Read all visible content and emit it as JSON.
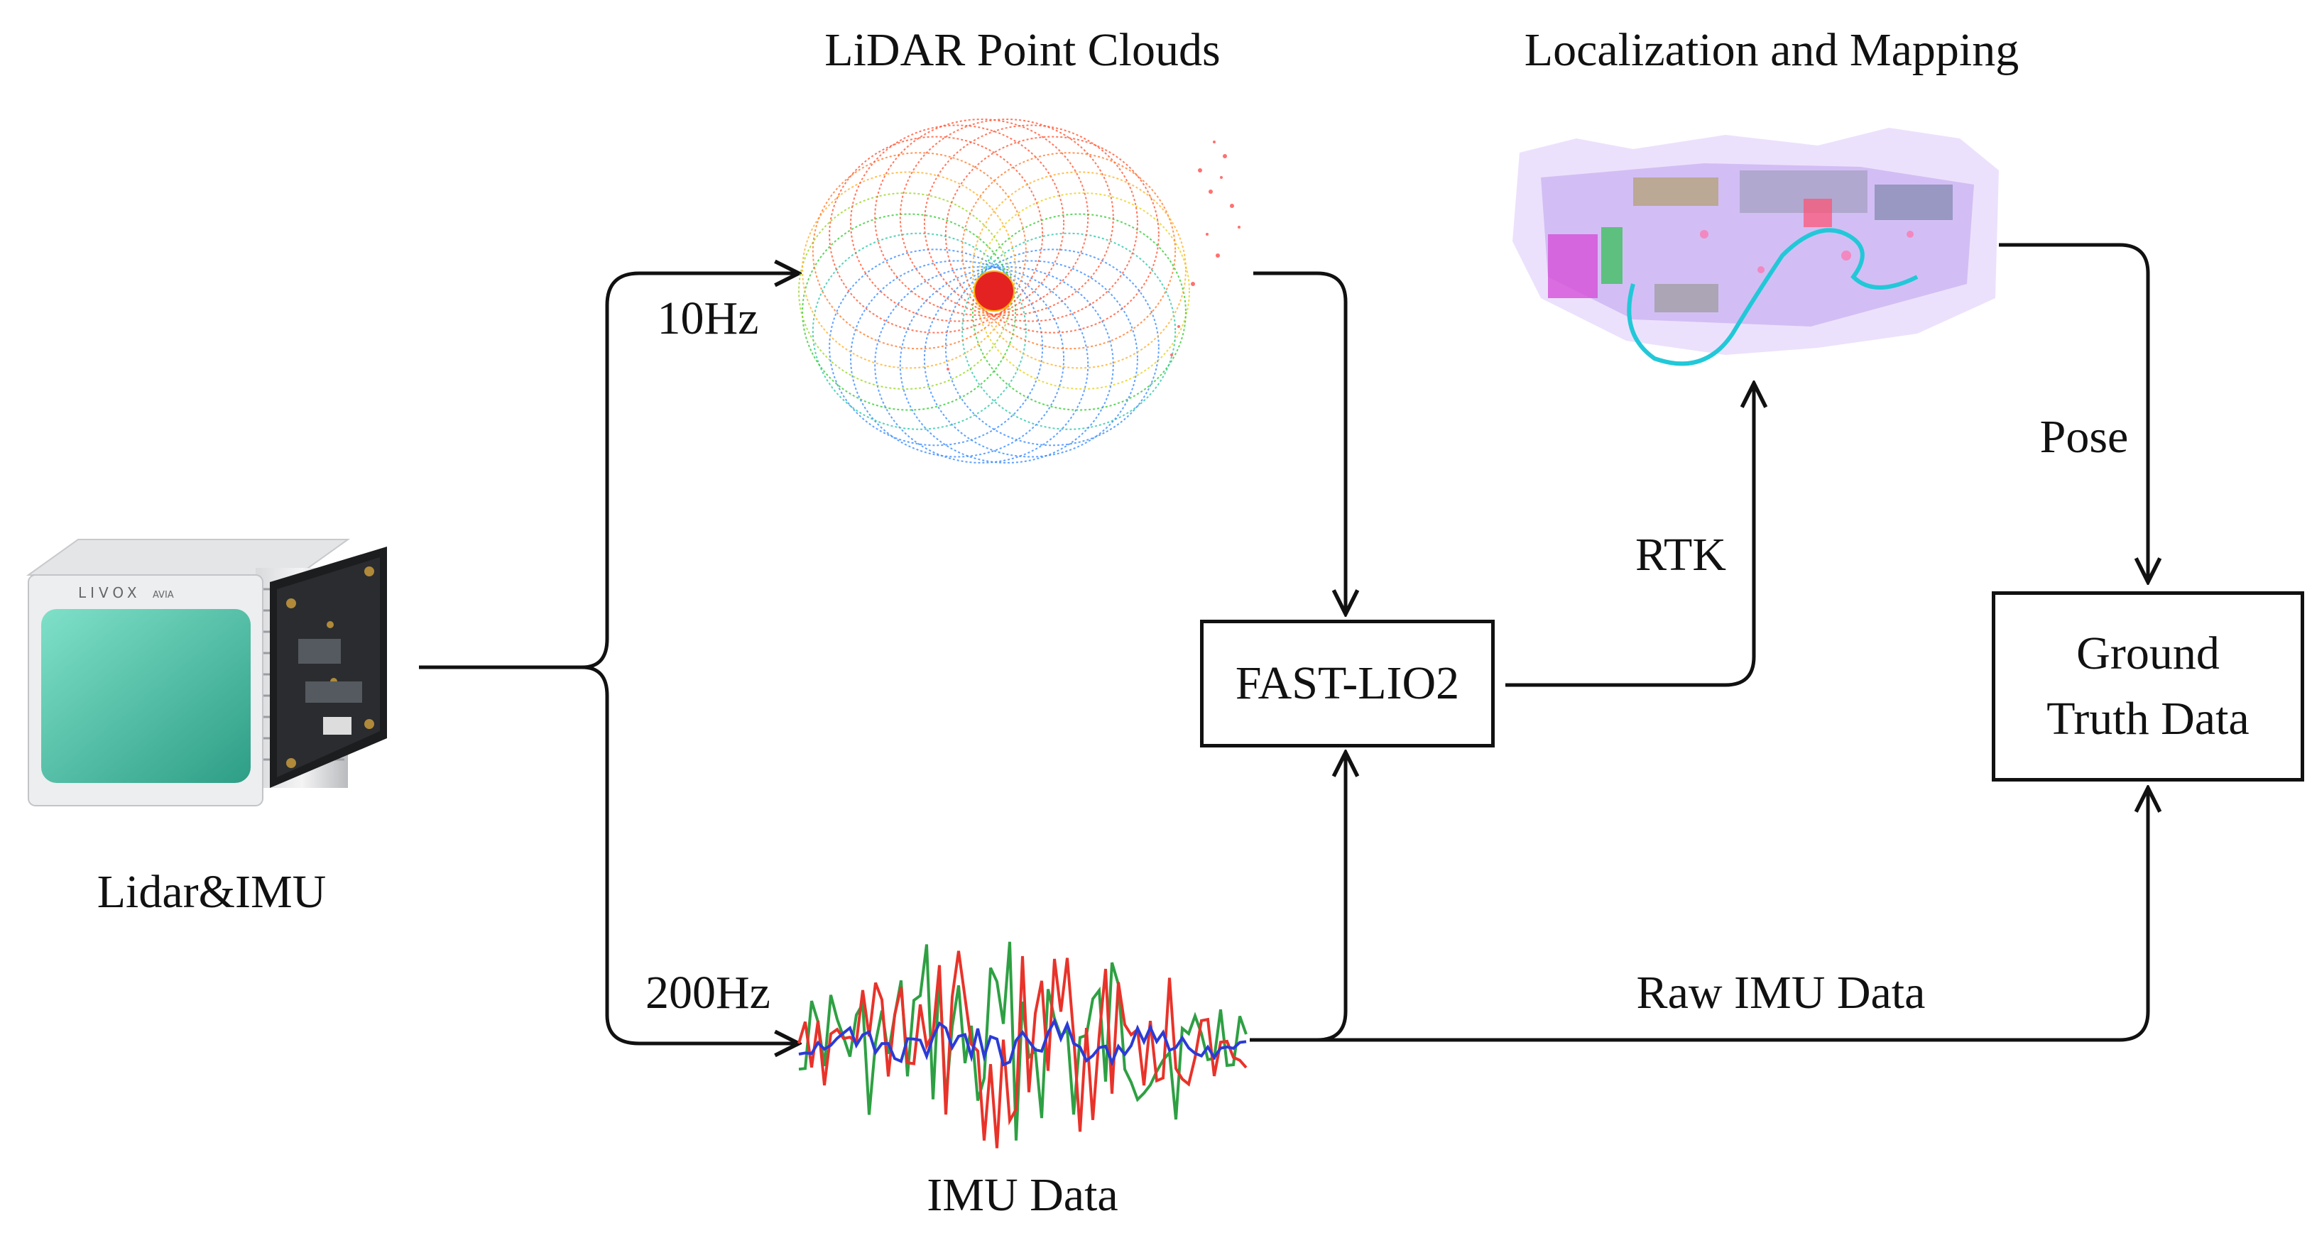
{
  "titles": {
    "lidar_clouds": "LiDAR Point Clouds",
    "loc_mapping": "Localization and Mapping"
  },
  "device": {
    "label": "Lidar&IMU",
    "brand": "LIVOX",
    "model": "AVIA"
  },
  "rates": {
    "lidar": "10Hz",
    "imu": "200Hz"
  },
  "imu_label": "IMU Data",
  "boxes": {
    "fastlio": "FAST-LIO2",
    "ground_truth_line1": "Ground",
    "ground_truth_line2": "Truth Data"
  },
  "edges": {
    "rtk": "RTK",
    "pose": "Pose",
    "raw_imu": "Raw IMU Data"
  },
  "colors": {
    "line": "#111111",
    "lidar_green": "#33cc33",
    "lidar_red": "#ff5533",
    "imu_red": "#e8332a",
    "imu_green": "#2ea043",
    "imu_blue": "#2b3bd6",
    "trajectory": "#22c8d8",
    "device_face": "#3fbfa4"
  }
}
